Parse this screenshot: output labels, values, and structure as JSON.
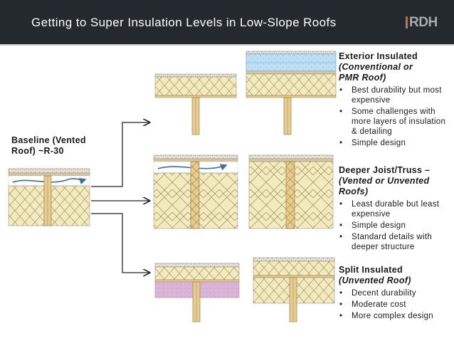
{
  "slide": {
    "title": "Getting to Super Insulation Levels in Low-Slope Roofs",
    "logo": "RDH"
  },
  "baseline": {
    "label_line1": "Baseline (Vented",
    "label_line2": "Roof)  ~R-30"
  },
  "options": [
    {
      "heading_line1": "Exterior Insulated",
      "heading_line2": "(Conventional or",
      "heading_line3": "PMR Roof)",
      "bullets": [
        "Best durability but most expensive",
        "Some challenges with more layers of insulation & detailing",
        "Simple design"
      ]
    },
    {
      "heading_line1": "Deeper Joist/Truss –",
      "heading_line2": "(Vented or Unvented",
      "heading_line3": "Roofs)",
      "bullets": [
        "Least durable but least expensive",
        "Simple design",
        "Standard details with deeper structure"
      ]
    },
    {
      "heading_line1": "Split Insulated",
      "heading_line2": "(Unvented Roof)",
      "bullets": [
        "Decent durability",
        "Moderate cost",
        "More complex design"
      ]
    }
  ],
  "colors": {
    "title_bar": "#24292d",
    "batt_insulation": "#f3ebbf",
    "rigid_insulation_blue": "#bfe0f4",
    "spray_foam_pink": "#dcb4d8",
    "wood": "#e6cd8f"
  }
}
